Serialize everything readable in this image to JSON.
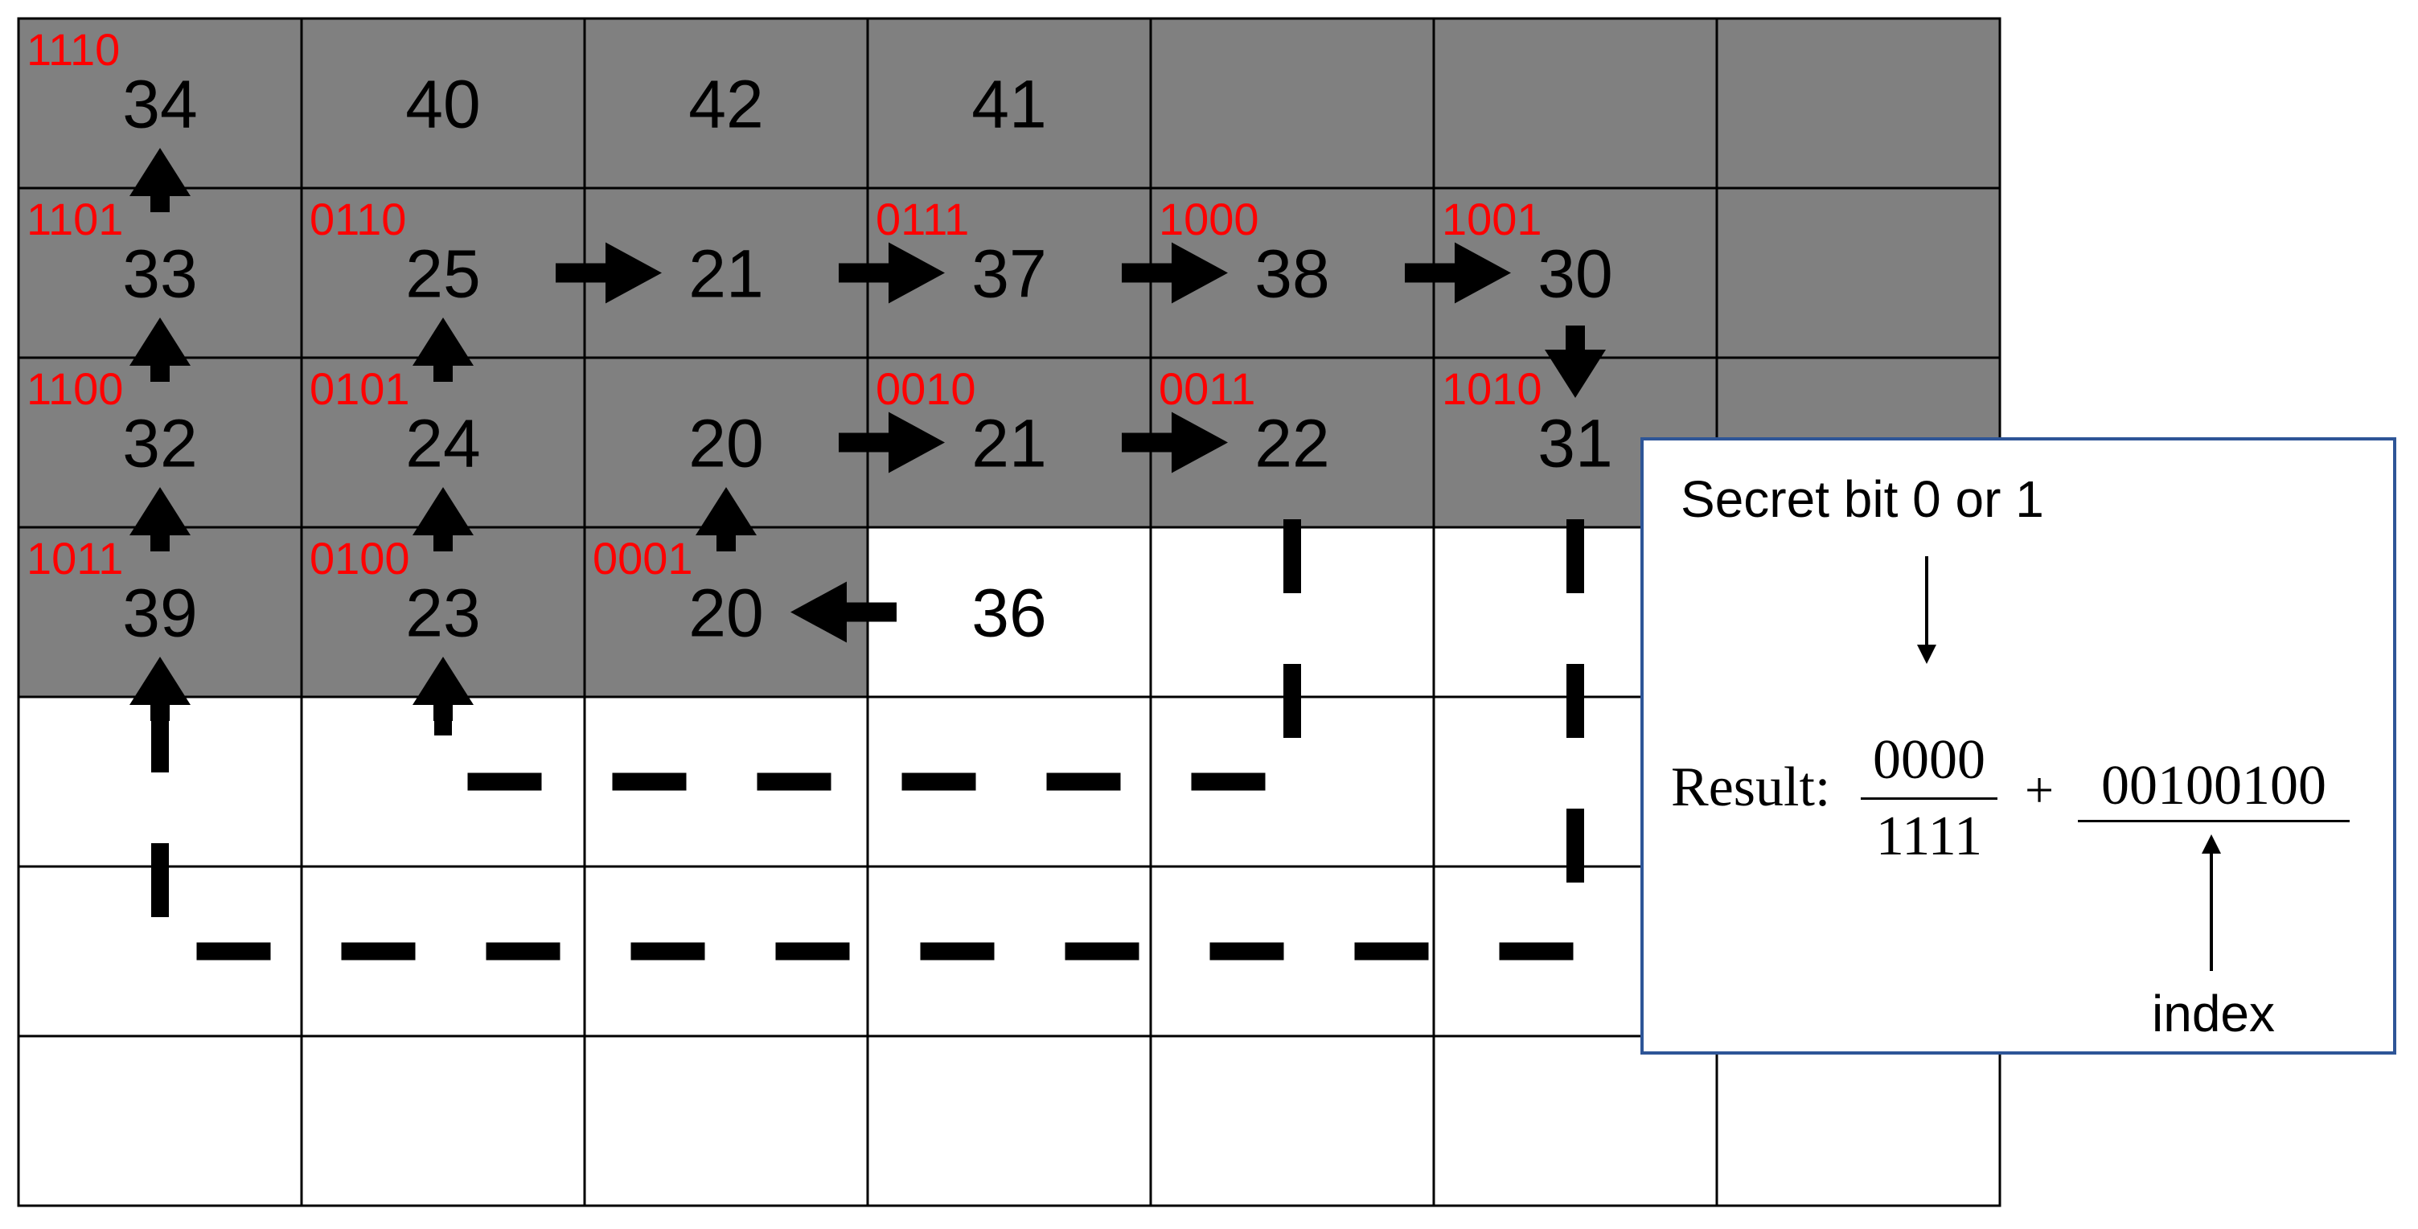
{
  "colors": {
    "shaded_cell": "#808080",
    "empty_cell": "#ffffff",
    "grid_line": "#000000",
    "code_text": "#ff0000",
    "arrow": "#000000",
    "legend_border": "#2e5597"
  },
  "grid": {
    "rows": 7,
    "cols": 7,
    "cells": [
      {
        "row": 0,
        "col": 0,
        "value": "34",
        "code": "1110",
        "shaded": true
      },
      {
        "row": 0,
        "col": 1,
        "value": "40",
        "code": "",
        "shaded": true
      },
      {
        "row": 0,
        "col": 2,
        "value": "42",
        "code": "",
        "shaded": true
      },
      {
        "row": 0,
        "col": 3,
        "value": "41",
        "code": "",
        "shaded": true
      },
      {
        "row": 0,
        "col": 4,
        "value": "",
        "code": "",
        "shaded": true
      },
      {
        "row": 0,
        "col": 5,
        "value": "",
        "code": "",
        "shaded": true
      },
      {
        "row": 0,
        "col": 6,
        "value": "",
        "code": "",
        "shaded": true
      },
      {
        "row": 1,
        "col": 0,
        "value": "33",
        "code": "1101",
        "shaded": true
      },
      {
        "row": 1,
        "col": 1,
        "value": "25",
        "code": "0110",
        "shaded": true
      },
      {
        "row": 1,
        "col": 2,
        "value": "21",
        "code": "",
        "shaded": true
      },
      {
        "row": 1,
        "col": 3,
        "value": "37",
        "code": "0111",
        "shaded": true
      },
      {
        "row": 1,
        "col": 4,
        "value": "38",
        "code": "1000",
        "shaded": true
      },
      {
        "row": 1,
        "col": 5,
        "value": "30",
        "code": "1001",
        "shaded": true
      },
      {
        "row": 1,
        "col": 6,
        "value": "",
        "code": "",
        "shaded": true
      },
      {
        "row": 2,
        "col": 0,
        "value": "32",
        "code": "1100",
        "shaded": true
      },
      {
        "row": 2,
        "col": 1,
        "value": "24",
        "code": "0101",
        "shaded": true
      },
      {
        "row": 2,
        "col": 2,
        "value": "20",
        "code": "",
        "shaded": true
      },
      {
        "row": 2,
        "col": 3,
        "value": "21",
        "code": "0010",
        "shaded": true
      },
      {
        "row": 2,
        "col": 4,
        "value": "22",
        "code": "0011",
        "shaded": true
      },
      {
        "row": 2,
        "col": 5,
        "value": "31",
        "code": "1010",
        "shaded": true
      },
      {
        "row": 2,
        "col": 6,
        "value": "",
        "code": "",
        "shaded": true
      },
      {
        "row": 3,
        "col": 0,
        "value": "39",
        "code": "1011",
        "shaded": true
      },
      {
        "row": 3,
        "col": 1,
        "value": "23",
        "code": "0100",
        "shaded": true
      },
      {
        "row": 3,
        "col": 2,
        "value": "20",
        "code": "0001",
        "shaded": true
      },
      {
        "row": 3,
        "col": 3,
        "value": "36",
        "code": "",
        "shaded": false
      },
      {
        "row": 3,
        "col": 4,
        "value": "",
        "code": "",
        "shaded": false
      },
      {
        "row": 3,
        "col": 5,
        "value": "",
        "code": "",
        "shaded": false
      },
      {
        "row": 3,
        "col": 6,
        "value": "",
        "code": "",
        "shaded": false
      },
      {
        "row": 4,
        "col": 0,
        "value": "",
        "code": "",
        "shaded": false
      },
      {
        "row": 4,
        "col": 1,
        "value": "",
        "code": "",
        "shaded": false
      },
      {
        "row": 4,
        "col": 2,
        "value": "",
        "code": "",
        "shaded": false
      },
      {
        "row": 4,
        "col": 3,
        "value": "",
        "code": "",
        "shaded": false
      },
      {
        "row": 4,
        "col": 4,
        "value": "",
        "code": "",
        "shaded": false
      },
      {
        "row": 4,
        "col": 5,
        "value": "",
        "code": "",
        "shaded": false
      },
      {
        "row": 4,
        "col": 6,
        "value": "",
        "code": "",
        "shaded": false
      },
      {
        "row": 5,
        "col": 0,
        "value": "",
        "code": "",
        "shaded": false
      },
      {
        "row": 5,
        "col": 1,
        "value": "",
        "code": "",
        "shaded": false
      },
      {
        "row": 5,
        "col": 2,
        "value": "",
        "code": "",
        "shaded": false
      },
      {
        "row": 5,
        "col": 3,
        "value": "",
        "code": "",
        "shaded": false
      },
      {
        "row": 5,
        "col": 4,
        "value": "",
        "code": "",
        "shaded": false
      },
      {
        "row": 5,
        "col": 5,
        "value": "",
        "code": "",
        "shaded": false
      },
      {
        "row": 5,
        "col": 6,
        "value": "",
        "code": "",
        "shaded": false
      },
      {
        "row": 6,
        "col": 0,
        "value": "",
        "code": "",
        "shaded": false
      },
      {
        "row": 6,
        "col": 1,
        "value": "",
        "code": "",
        "shaded": false
      },
      {
        "row": 6,
        "col": 2,
        "value": "",
        "code": "",
        "shaded": false
      },
      {
        "row": 6,
        "col": 3,
        "value": "",
        "code": "",
        "shaded": false
      },
      {
        "row": 6,
        "col": 4,
        "value": "",
        "code": "",
        "shaded": false
      },
      {
        "row": 6,
        "col": 5,
        "value": "",
        "code": "",
        "shaded": false
      },
      {
        "row": 6,
        "col": 6,
        "value": "",
        "code": "",
        "shaded": false
      }
    ]
  },
  "arrows": [
    {
      "from": [
        3,
        3
      ],
      "to": [
        3,
        2
      ]
    },
    {
      "from": [
        3,
        2
      ],
      "to": [
        2,
        2
      ]
    },
    {
      "from": [
        2,
        2
      ],
      "to": [
        2,
        3
      ]
    },
    {
      "from": [
        2,
        3
      ],
      "to": [
        2,
        4
      ]
    },
    {
      "from": [
        3,
        1
      ],
      "to": [
        2,
        1
      ]
    },
    {
      "from": [
        2,
        1
      ],
      "to": [
        1,
        1
      ]
    },
    {
      "from": [
        1,
        1
      ],
      "to": [
        1,
        2
      ]
    },
    {
      "from": [
        1,
        2
      ],
      "to": [
        1,
        3
      ]
    },
    {
      "from": [
        1,
        3
      ],
      "to": [
        1,
        4
      ]
    },
    {
      "from": [
        1,
        4
      ],
      "to": [
        1,
        5
      ]
    },
    {
      "from": [
        1,
        5
      ],
      "to": [
        2,
        5
      ]
    },
    {
      "from": [
        3,
        0
      ],
      "to": [
        2,
        0
      ]
    },
    {
      "from": [
        2,
        0
      ],
      "to": [
        1,
        0
      ]
    },
    {
      "from": [
        1,
        0
      ],
      "to": [
        0,
        0
      ]
    },
    {
      "from": [
        4,
        1
      ],
      "to": [
        3,
        1
      ]
    },
    {
      "from": [
        4,
        0
      ],
      "to": [
        3,
        0
      ]
    }
  ],
  "dashed_paths": [
    {
      "points": [
        [
          2,
          4
        ],
        [
          4,
          4
        ],
        [
          4,
          1
        ],
        [
          3,
          1
        ]
      ]
    },
    {
      "points": [
        [
          2,
          5
        ],
        [
          5,
          5
        ],
        [
          5,
          0
        ],
        [
          3,
          0
        ]
      ]
    }
  ],
  "legend": {
    "secret_label": "Secret bit 0 or 1",
    "result_label": "Result:",
    "fraction_numerator": "0000",
    "fraction_denominator": "1111",
    "plus_sign": "+",
    "index_value": "00100100",
    "index_label": "index"
  }
}
